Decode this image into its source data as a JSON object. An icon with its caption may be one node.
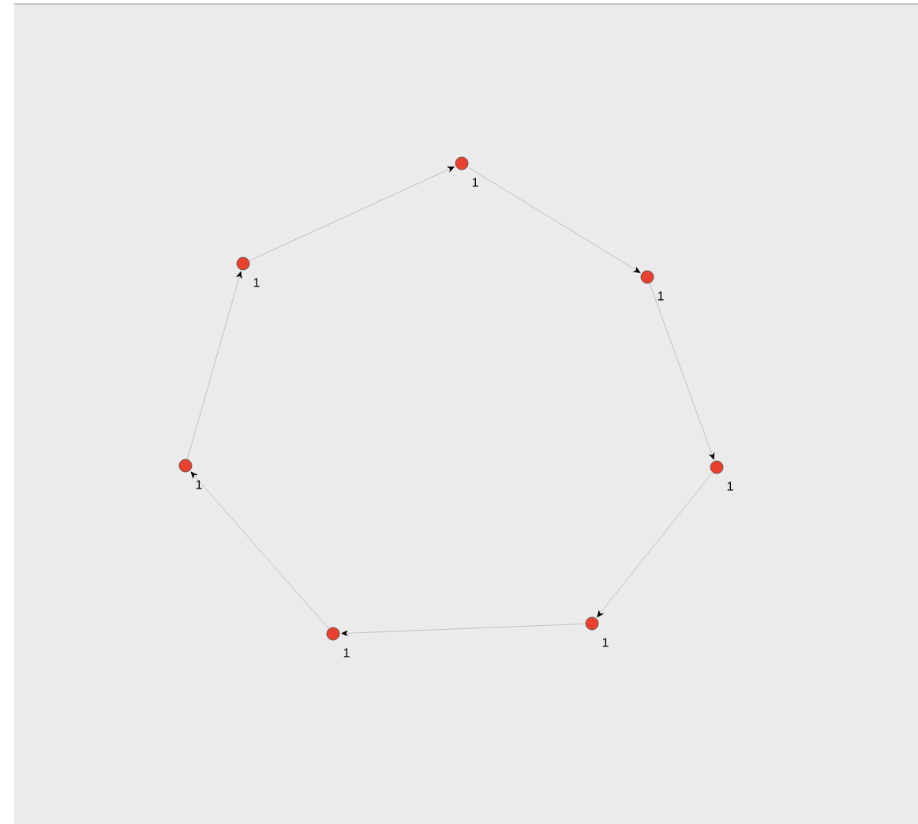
{
  "diagram": {
    "nodes": [
      {
        "text": [],
        "shape": "circle",
        "beside": [
          "1"
        ]
      },
      {
        "text": [],
        "shape": "circle",
        "beside": [
          "1"
        ]
      },
      {
        "text": [],
        "shape": "circle",
        "beside": [
          "1"
        ]
      },
      {
        "text": [],
        "shape": "circle",
        "beside": [
          "1"
        ]
      },
      {
        "text": [],
        "shape": "circle",
        "beside": [
          "1"
        ]
      },
      {
        "text": [],
        "shape": "circle",
        "beside": [
          "1"
        ]
      },
      {
        "text": [],
        "shape": "circle",
        "beside": [
          "1"
        ]
      }
    ],
    "edges": [
      {
        "from": 1,
        "to": 0,
        "arrow": "to"
      },
      {
        "from": 0,
        "to": 2,
        "arrow": "to"
      },
      {
        "from": 2,
        "to": 4,
        "arrow": "to"
      },
      {
        "from": 4,
        "to": 5,
        "arrow": "to"
      },
      {
        "from": 5,
        "to": 6,
        "arrow": "to"
      },
      {
        "from": 6,
        "to": 3,
        "arrow": "to"
      },
      {
        "from": 3,
        "to": 1,
        "arrow": "to"
      }
    ]
  }
}
